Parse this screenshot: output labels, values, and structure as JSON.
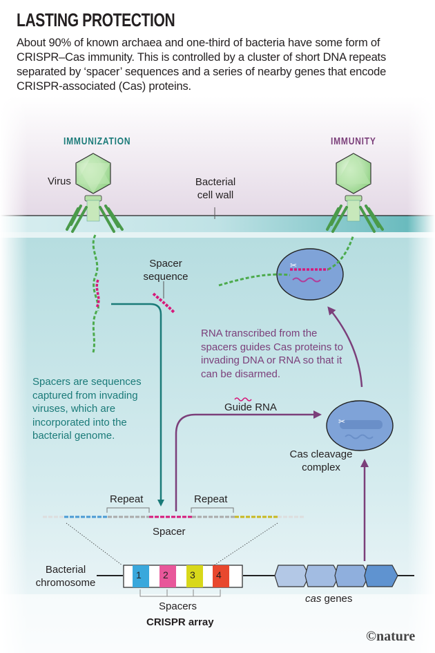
{
  "header": {
    "title": "LASTING PROTECTION",
    "intro": "About 90% of known archaea and one-third of bacteria have some form of CRISPR–Cas immunity. This is controlled by a cluster of short DNA repeats separated by ‘spacer’ sequences and a series of nearby genes that encode CRISPR-associated (Cas) proteins."
  },
  "sections": {
    "immunization": "IMMUNIZATION",
    "immunity": "IMMUNITY"
  },
  "labels": {
    "virus": "Virus",
    "cell_wall_1": "Bacterial",
    "cell_wall_2": "cell wall",
    "spacer_seq_1": "Spacer",
    "spacer_seq_2": "sequence",
    "guide_rna": "Guide RNA",
    "cas_complex_1": "Cas cleavage",
    "cas_complex_2": "complex",
    "repeat_left": "Repeat",
    "repeat_right": "Repeat",
    "spacer": "Spacer",
    "chromosome_1": "Bacterial",
    "chromosome_2": "chromosome",
    "spacers": "Spacers",
    "crispr_array": "CRISPR array",
    "cas_genes_italic": "cas",
    "cas_genes_rest": " genes",
    "copyright": "©nature"
  },
  "annotations": {
    "immunization_note": "Spacers are sequences captured from invading viruses, which are incorporated into the bacterial genome.",
    "immunity_note": "RNA transcribed from the spacers guides Cas proteins to invading DNA or RNA so that it can be disarmed."
  },
  "crispr_array": {
    "spacer_numbers": [
      "1",
      "2",
      "3",
      "4"
    ],
    "spacer_colors": [
      "#3aa8dc",
      "#e8579a",
      "#d8d81a",
      "#e8482e"
    ]
  },
  "colors": {
    "teal": "#1a7a78",
    "purple": "#7b3f7a",
    "virus_green": "#4caa4c",
    "spacer_magenta": "#d6197a",
    "cas_blue": "#7fa3d8"
  }
}
